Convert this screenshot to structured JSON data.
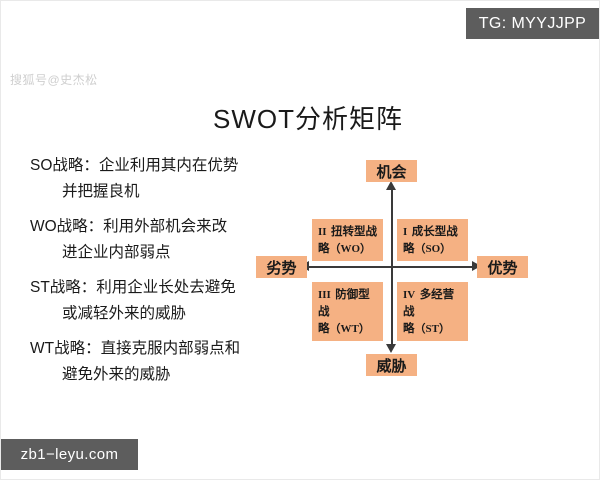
{
  "page": {
    "title": "SWOT分析矩阵",
    "watermark": "搜狐号@史杰松",
    "accent_color": "#f5b183",
    "badge_color": "#5d5d5d",
    "axis_color": "#3a3a3a"
  },
  "badges": {
    "top_right": "TG: MYYJJPP",
    "bottom_left": "zb1−leyu.com"
  },
  "strategies": [
    {
      "line1": "SO战略：企业利用其内在优势",
      "line2": "并把握良机"
    },
    {
      "line1": "WO战略：利用外部机会来改",
      "line2": "进企业内部弱点"
    },
    {
      "line1": "ST战略：利用企业长处去避免",
      "line2": "或减轻外来的威胁"
    },
    {
      "line1": "WT战略：直接克服内部弱点和",
      "line2": "避免外来的威胁"
    }
  ],
  "matrix": {
    "quadrants": [
      {
        "numeral": "II",
        "name": "扭转型战",
        "tail": "略",
        "code": "（WO）",
        "position": "top-left"
      },
      {
        "numeral": "I",
        "name": "成长型战",
        "tail": "略",
        "code": "（SO）",
        "position": "top-right"
      },
      {
        "numeral": "III",
        "name": "防御型战",
        "tail": "略",
        "code": "（WT）",
        "position": "bottom-left"
      },
      {
        "numeral": "IV",
        "name": "多经营战",
        "tail": "略",
        "code": "（ST）",
        "position": "bottom-right"
      }
    ],
    "axis_labels": {
      "top": "机会",
      "bottom": "威胁",
      "left": "劣势",
      "right": "优势"
    }
  }
}
